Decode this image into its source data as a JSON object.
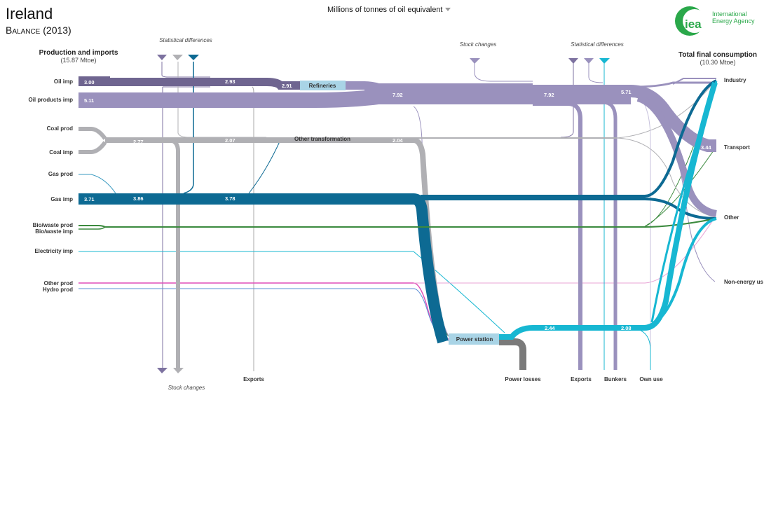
{
  "header": {
    "title": "Ireland",
    "subtitle": "Balance (2013)",
    "units_label": "Millions of tonnes of oil equivalent",
    "logo_line1": "International",
    "logo_line2": "Energy Agency",
    "logo_mark": "iea"
  },
  "left_header": {
    "title": "Production and imports",
    "total": "(15.87 Mtoe)"
  },
  "right_header": {
    "title": "Total final consumption",
    "total": "(10.30 Mtoe)"
  },
  "left_labels": {
    "oil_imp": "Oil imp",
    "oil_products_imp": "Oil products imp",
    "coal_prod": "Coal prod",
    "coal_imp": "Coal imp",
    "gas_prod": "Gas prod",
    "gas_imp": "Gas imp",
    "bio_prod": "Bio/waste prod",
    "bio_imp": "Bio/waste imp",
    "elec_imp": "Electricity imp",
    "other_prod": "Other prod",
    "hydro_prod": "Hydro prod"
  },
  "right_labels": {
    "industry": "Industry",
    "transport": "Transport",
    "other": "Other",
    "non_energy": "Non-energy us"
  },
  "top_labels": {
    "stat_diff_left": "Statistical differences",
    "stock_changes_top": "Stock  changes",
    "stat_diff_right": "Statistical differences"
  },
  "bottom_labels": {
    "stock_changes": "Stock changes",
    "exports_left": "Exports",
    "power_losses": "Power losses",
    "exports_right": "Exports",
    "bunkers": "Bunkers",
    "own_use": "Own use"
  },
  "nodes": {
    "refineries": "Refineries",
    "other_transformation": "Other transformation",
    "power_station": "Power station"
  },
  "flow_values": {
    "oil_imp": "3.00",
    "oil_mid": "2.93",
    "oil_ref": "2.91",
    "oil_products": "5.11",
    "oil_combined_a": "7.92",
    "oil_combined_b": "7.92",
    "oil_final": "5.71",
    "coal": "2.77",
    "coal_mid": "2.07",
    "coal_to_power": "2.04",
    "gas_imp": "3.71",
    "gas_a": "3.86",
    "gas_b": "3.78",
    "elec_a": "2.44",
    "elec_b": "2.08",
    "transport": "3.44"
  },
  "colors": {
    "oil": "#7d72a0",
    "oil_products": "#9a91bd",
    "coal": "#b0b0b4",
    "gas": "#0d6a93",
    "bio": "#3b8a3e",
    "electricity": "#17b7d2",
    "other": "#e04fb8",
    "hydro": "#5b8fd6",
    "losses": "#7a7a7a",
    "node_fill": "#a9d4e6",
    "iea_green": "#2aa84a"
  }
}
